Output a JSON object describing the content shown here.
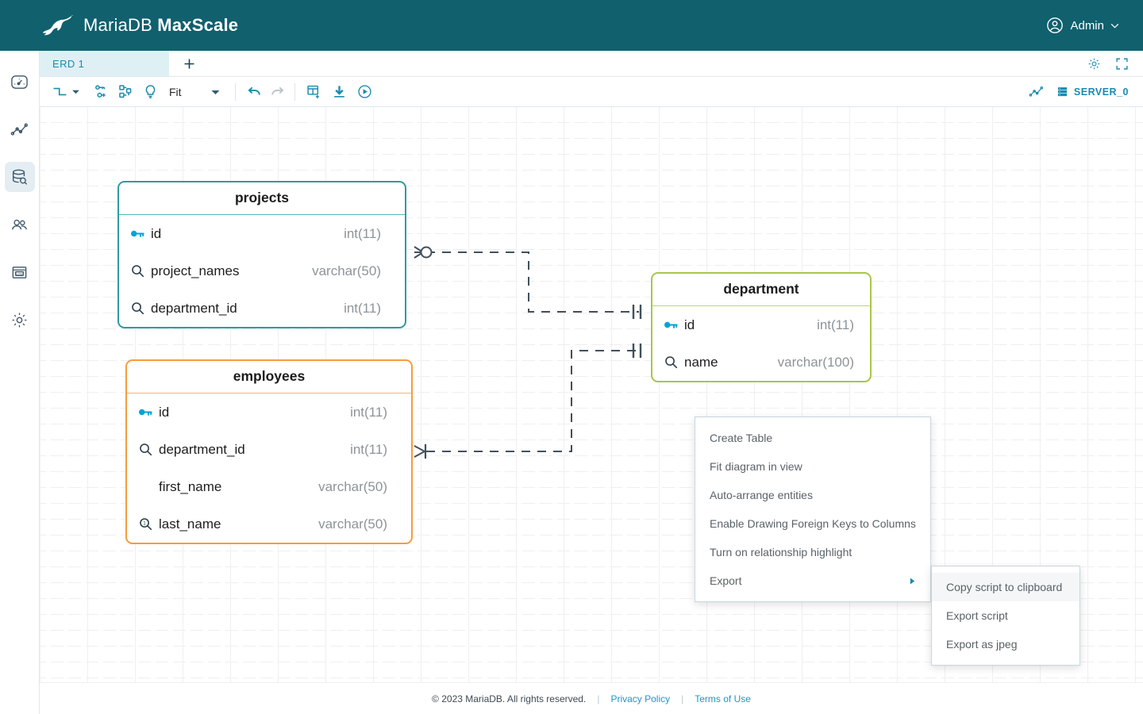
{
  "header": {
    "brand_light": "Maria",
    "brand_db": "DB",
    "brand_product": "MaxScale",
    "logo_icon": "mariadb-seal-logo",
    "user_label": "Admin",
    "user_icon": "user-circle-icon",
    "user_caret_icon": "chevron-down-icon"
  },
  "sidebar": {
    "items": [
      {
        "name": "dashboard",
        "icon": "gauge-icon",
        "active": false
      },
      {
        "name": "visualization",
        "icon": "line-chart-icon",
        "active": false
      },
      {
        "name": "query-editor",
        "icon": "database-search-icon",
        "active": true
      },
      {
        "name": "users",
        "icon": "users-icon",
        "active": false
      },
      {
        "name": "logs",
        "icon": "log-archive-icon",
        "active": false
      },
      {
        "name": "settings",
        "icon": "gear-icon",
        "active": false
      }
    ]
  },
  "tabs": {
    "items": [
      {
        "label": "ERD 1",
        "active": true
      }
    ],
    "add_label": "+",
    "add_icon": "plus-icon",
    "right_icons": [
      {
        "name": "settings-gear-icon"
      },
      {
        "name": "fullscreen-icon"
      }
    ]
  },
  "toolbar": {
    "relationship_style_icon": "orthogonal-line-icon",
    "relationship_caret_icon": "chevron-down-icon",
    "foreign_key_icon": "key-link-icon",
    "arrange_icon": "auto-arrange-icon",
    "highlight_icon": "lightbulb-icon",
    "zoom_label": "Fit",
    "zoom_caret_icon": "chevron-down-icon",
    "undo_icon": "undo-icon",
    "redo_icon": "redo-icon",
    "add_table_icon": "add-table-icon",
    "import_icon": "download-icon",
    "run_icon": "play-circle-icon",
    "chart_icon": "line-chart-icon",
    "server_icon": "server-stack-icon",
    "server_label": "SERVER_0"
  },
  "diagram": {
    "entities": [
      {
        "name": "projects",
        "color": "#2f9aa4",
        "columns": [
          {
            "icon": "primary-key-icon",
            "name": "id",
            "type": "int(11)"
          },
          {
            "icon": "index-icon",
            "name": "project_names",
            "type": "varchar(50)"
          },
          {
            "icon": "index-icon",
            "name": "department_id",
            "type": "int(11)"
          }
        ]
      },
      {
        "name": "employees",
        "color": "#f59d3c",
        "columns": [
          {
            "icon": "primary-key-icon",
            "name": "id",
            "type": "int(11)"
          },
          {
            "icon": "index-icon",
            "name": "department_id",
            "type": "int(11)"
          },
          {
            "icon": "none",
            "name": "first_name",
            "type": "varchar(50)"
          },
          {
            "icon": "unique-index-icon",
            "name": "last_name",
            "type": "varchar(50)"
          }
        ]
      },
      {
        "name": "department",
        "color": "#a8c64a",
        "columns": [
          {
            "icon": "primary-key-icon",
            "name": "id",
            "type": "int(11)"
          },
          {
            "icon": "index-icon",
            "name": "name",
            "type": "varchar(100)"
          }
        ]
      }
    ],
    "relationships": [
      {
        "from": "projects.department_id",
        "to": "department.id",
        "from_cardinality": "zero-or-many",
        "to_cardinality": "exactly-one"
      },
      {
        "from": "employees.department_id",
        "to": "department.id",
        "from_cardinality": "one-or-many",
        "to_cardinality": "exactly-one"
      }
    ]
  },
  "context_menu": {
    "items": [
      {
        "label": "Create Table",
        "has_submenu": false
      },
      {
        "label": "Fit diagram in view",
        "has_submenu": false
      },
      {
        "label": "Auto-arrange entities",
        "has_submenu": false
      },
      {
        "label": "Enable Drawing Foreign Keys to Columns",
        "has_submenu": false
      },
      {
        "label": "Turn on relationship highlight",
        "has_submenu": false
      },
      {
        "label": "Export",
        "has_submenu": true
      }
    ],
    "submenu_arrow_icon": "chevron-right-icon"
  },
  "export_submenu": {
    "items": [
      {
        "label": "Copy script to clipboard",
        "highlighted": true
      },
      {
        "label": "Export script",
        "highlighted": false
      },
      {
        "label": "Export as jpeg",
        "highlighted": false
      }
    ]
  },
  "footer": {
    "copyright": "© 2023 MariaDB. All rights reserved.",
    "divider": "|",
    "privacy_label": "Privacy Policy",
    "terms_label": "Terms of Use"
  },
  "colors": {
    "brand_header": "#10606e",
    "accent": "#1a8ab0",
    "key_icon": "#00a5d4",
    "projects": "#2f9aa4",
    "employees": "#f59d3c",
    "department": "#a8c64a",
    "link_line": "#41505c"
  }
}
